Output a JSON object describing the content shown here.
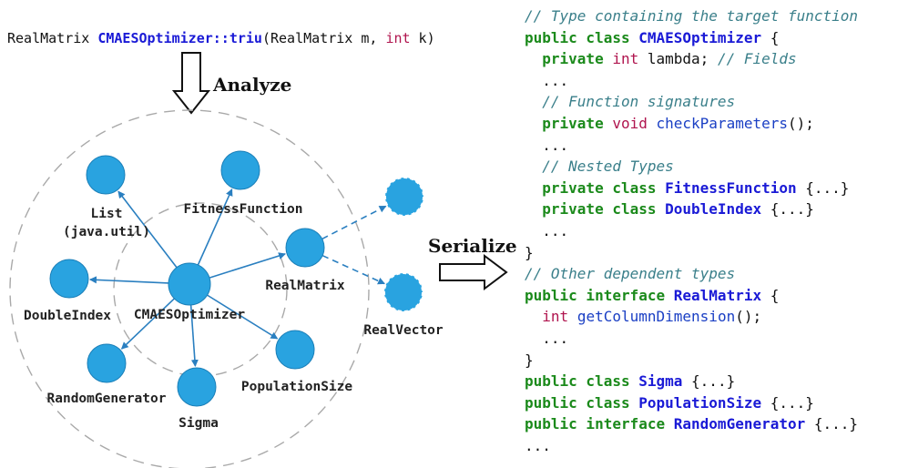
{
  "signature": {
    "return_type": "RealMatrix",
    "qualified_name": "CMAESOptimizer::triu",
    "params_open": "(RealMatrix m, ",
    "param_kw": "int",
    "params_close": " k)"
  },
  "steps": {
    "analyze": "Analyze",
    "serialize": "Serialize"
  },
  "graph": {
    "center": "CMAESOptimizer",
    "nodes": [
      {
        "id": "list",
        "label_lines": [
          "List",
          "(java.util)"
        ],
        "style": "solid"
      },
      {
        "id": "fitness",
        "label_lines": [
          "FitnessFunction"
        ],
        "style": "solid"
      },
      {
        "id": "realmatrix",
        "label_lines": [
          "RealMatrix"
        ],
        "style": "solid"
      },
      {
        "id": "doubleindex",
        "label_lines": [
          "DoubleIndex"
        ],
        "style": "solid"
      },
      {
        "id": "randomgen",
        "label_lines": [
          "RandomGenerator"
        ],
        "style": "solid"
      },
      {
        "id": "sigma",
        "label_lines": [
          "Sigma"
        ],
        "style": "solid"
      },
      {
        "id": "popsize",
        "label_lines": [
          "PopulationSize"
        ],
        "style": "solid"
      },
      {
        "id": "realvector",
        "label_lines": [
          "RealVector"
        ],
        "style": "dashed"
      },
      {
        "id": "unnamed",
        "label_lines": [],
        "style": "dashed"
      }
    ]
  },
  "code_lines": [
    [
      [
        "cm",
        "// Type containing the target function"
      ]
    ],
    [
      [
        "kw",
        "public class "
      ],
      [
        "nm",
        "CMAESOptimizer"
      ],
      [
        "",
        " {"
      ]
    ],
    [
      [
        "",
        "  "
      ],
      [
        "kw",
        "private "
      ],
      [
        "typ",
        "int"
      ],
      [
        "",
        " lambda; "
      ],
      [
        "cm",
        "// Fields"
      ]
    ],
    [
      [
        "",
        "  ..."
      ]
    ],
    [
      [
        "",
        "  "
      ],
      [
        "cm",
        "// Function signatures"
      ]
    ],
    [
      [
        "",
        "  "
      ],
      [
        "kw",
        "private "
      ],
      [
        "typ",
        "void"
      ],
      [
        "",
        " "
      ],
      [
        "fn",
        "checkParameters"
      ],
      [
        "",
        "();"
      ]
    ],
    [
      [
        "",
        "  ..."
      ]
    ],
    [
      [
        "",
        "  "
      ],
      [
        "cm",
        "// Nested Types"
      ]
    ],
    [
      [
        "",
        "  "
      ],
      [
        "kw",
        "private class "
      ],
      [
        "nm",
        "FitnessFunction"
      ],
      [
        "",
        " {...}"
      ]
    ],
    [
      [
        "",
        "  "
      ],
      [
        "kw",
        "private class "
      ],
      [
        "nm",
        "DoubleIndex"
      ],
      [
        "",
        " {...}"
      ]
    ],
    [
      [
        "",
        "  ..."
      ]
    ],
    [
      [
        "",
        "}"
      ]
    ],
    [
      [
        "cm",
        "// Other dependent types"
      ]
    ],
    [
      [
        "kw",
        "public interface "
      ],
      [
        "nm",
        "RealMatrix"
      ],
      [
        "",
        " {"
      ]
    ],
    [
      [
        "",
        "  "
      ],
      [
        "typ",
        "int"
      ],
      [
        "",
        " "
      ],
      [
        "fn",
        "getColumnDimension"
      ],
      [
        "",
        "();"
      ]
    ],
    [
      [
        "",
        "  ..."
      ]
    ],
    [
      [
        "",
        "}"
      ]
    ],
    [
      [
        "kw",
        "public class "
      ],
      [
        "nm",
        "Sigma"
      ],
      [
        "",
        " {...}"
      ]
    ],
    [
      [
        "kw",
        "public class "
      ],
      [
        "nm",
        "PopulationSize"
      ],
      [
        "",
        " {...}"
      ]
    ],
    [
      [
        "kw",
        "public interface "
      ],
      [
        "nm",
        "RandomGenerator"
      ],
      [
        "",
        " {...}"
      ]
    ],
    [
      [
        "",
        "..."
      ]
    ]
  ],
  "colors": {
    "node_fill": "#29a3e0",
    "node_stroke": "#1b7fb8",
    "edge": "#2a7fc0"
  }
}
